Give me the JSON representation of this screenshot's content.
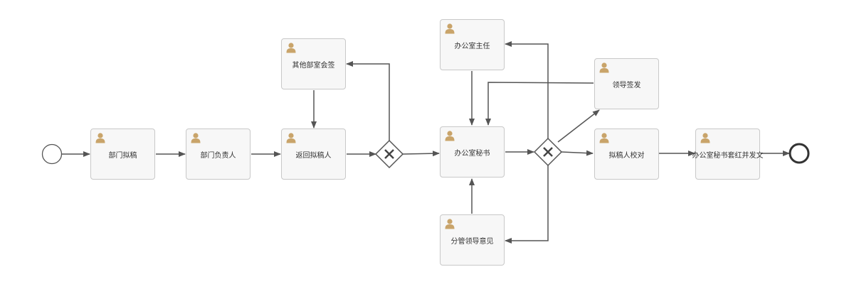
{
  "colors": {
    "line": "#555555",
    "task_fill": "#f7f7f7",
    "task_border": "#c8c8c8",
    "user_icon": "#c9a46a"
  },
  "tasks": {
    "draft": {
      "label": "部门拟稿",
      "icon": "user-icon"
    },
    "dept_head": {
      "label": "部门负责人",
      "icon": "user-icon"
    },
    "return_drafter": {
      "label": "返回拟稿人",
      "icon": "user-icon"
    },
    "other_depts": {
      "label": "其他部室会签",
      "icon": "user-icon"
    },
    "office_secretary": {
      "label": "办公室秘书",
      "icon": "user-icon"
    },
    "office_director": {
      "label": "办公室主任",
      "icon": "user-icon"
    },
    "leader_opinion": {
      "label": "分管领导意见",
      "icon": "user-icon"
    },
    "leader_sign": {
      "label": "领导签发",
      "icon": "user-icon"
    },
    "drafter_proofread": {
      "label": "拟稿人校对",
      "icon": "user-icon"
    },
    "issue_doc": {
      "label": "办公室秘书套红并发文",
      "icon": "user-icon"
    }
  },
  "gateways": {
    "g1": {
      "icon": "exclusive-gateway-icon"
    },
    "g2": {
      "icon": "exclusive-gateway-icon"
    }
  },
  "events": {
    "start": {
      "icon": "start-event-icon"
    },
    "end": {
      "icon": "end-event-icon"
    }
  }
}
